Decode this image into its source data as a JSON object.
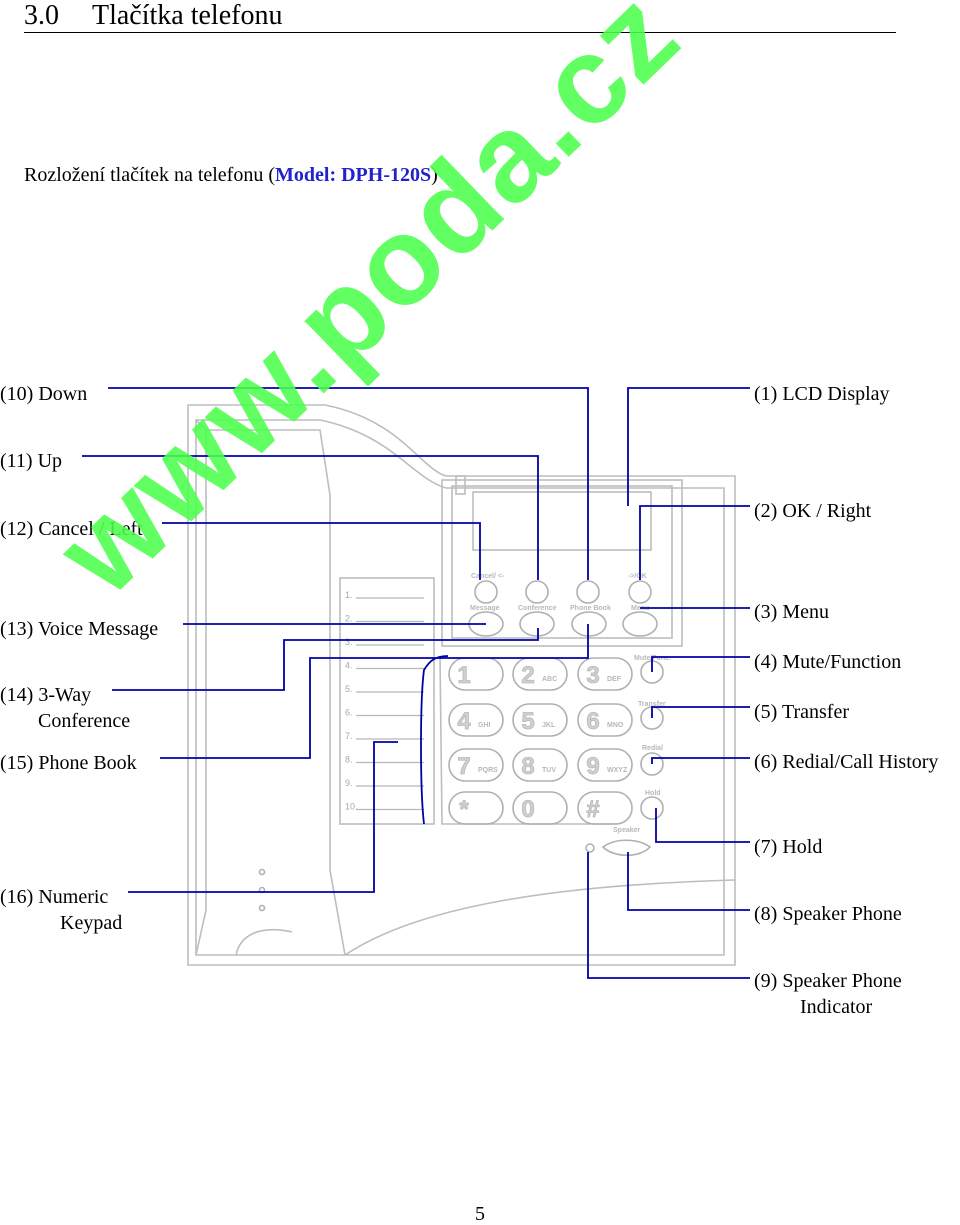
{
  "heading": {
    "number": "3.0",
    "title": "Tlačítka telefonu"
  },
  "subtitle": {
    "prefix": "Rozložení tlačítek na telefonu (",
    "model": "Model: DPH-120S",
    "suffix": ")"
  },
  "labels_left": {
    "down": "(10) Down",
    "up": "(11) Up",
    "cancel_left": "(12) Cancel / Left",
    "voice_message": "(13) Voice Message",
    "conference_1": "(14) 3-Way",
    "conference_2": "Conference",
    "phone_book": "(15) Phone Book",
    "numeric_keypad_1": "(16) Numeric",
    "numeric_keypad_2": "Keypad"
  },
  "labels_right": {
    "lcd_display": "(1) LCD Display",
    "ok_right": "(2) OK / Right",
    "menu": "(3) Menu",
    "mute_function": "(4) Mute/Function",
    "transfer": "(5) Transfer",
    "redial": "(6) Redial/Call History",
    "hold": "(7) Hold",
    "speaker_phone": "(8) Speaker Phone",
    "speaker_indicator_1": "(9) Speaker Phone",
    "speaker_indicator_2": "Indicator"
  },
  "phone_buttons": {
    "cancel": "Cancel/ <-",
    "ok": "->/OK",
    "message": "Message",
    "conference": "Conference",
    "phone_book": "Phone Book",
    "menu": "Menu",
    "mute": "Mute/Func.",
    "transfer": "Transfer",
    "redial": "Redial",
    "hold": "Hold",
    "speaker": "Speaker"
  },
  "keypad": {
    "keys": [
      {
        "digit": "1",
        "letters": ""
      },
      {
        "digit": "2",
        "letters": "ABC"
      },
      {
        "digit": "3",
        "letters": "DEF"
      },
      {
        "digit": "4",
        "letters": "GHI"
      },
      {
        "digit": "5",
        "letters": "JKL"
      },
      {
        "digit": "6",
        "letters": "MNO"
      },
      {
        "digit": "7",
        "letters": "PQRS"
      },
      {
        "digit": "8",
        "letters": "TUV"
      },
      {
        "digit": "9",
        "letters": "WXYZ"
      },
      {
        "digit": "*",
        "letters": ""
      },
      {
        "digit": "0",
        "letters": ""
      },
      {
        "digit": "#",
        "letters": ""
      }
    ]
  },
  "memory_list": [
    "1.",
    "2.",
    "3.",
    "4.",
    "5.",
    "6.",
    "7.",
    "8.",
    "9.",
    "10."
  ],
  "watermark": "www.poda.cz",
  "page_number": "5",
  "colors": {
    "leader_line": "#0000aa",
    "watermark": "#4dff4d",
    "phone_outline": "#bdbdbd",
    "model_text": "#2222cc"
  }
}
